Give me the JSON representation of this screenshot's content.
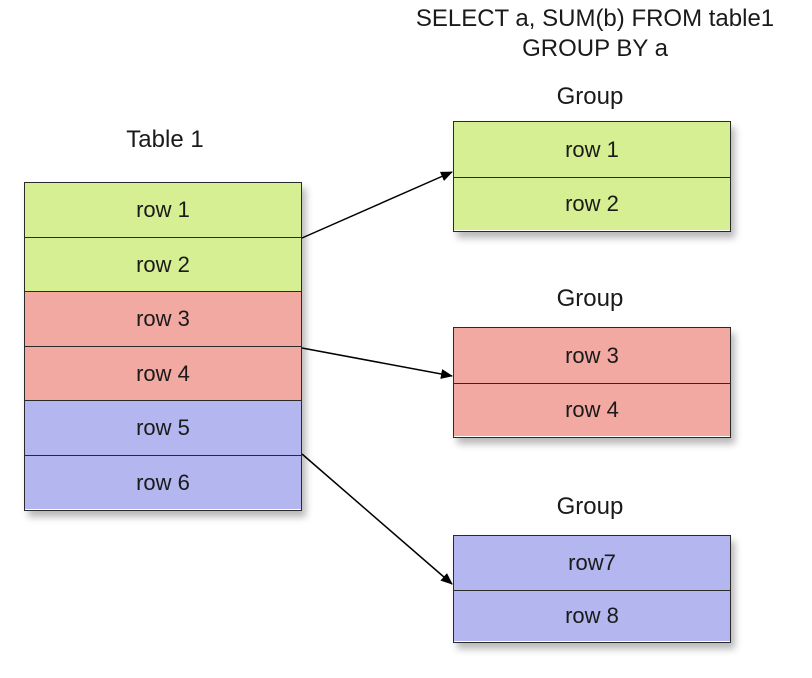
{
  "sql": {
    "line1": "SELECT a, SUM(b) FROM table1",
    "line2": "GROUP BY a"
  },
  "source_table": {
    "title": "Table 1",
    "rows": [
      {
        "label": "row 1",
        "color": "#d6ef92"
      },
      {
        "label": "row 2",
        "color": "#d6ef92"
      },
      {
        "label": "row 3",
        "color": "#f1a9a2"
      },
      {
        "label": "row 4",
        "color": "#f1a9a2"
      },
      {
        "label": "row 5",
        "color": "#b3b6ef"
      },
      {
        "label": "row 6",
        "color": "#b3b6ef"
      }
    ]
  },
  "groups": [
    {
      "title": "Group",
      "rows": [
        {
          "label": "row 1",
          "color": "#d6ef92"
        },
        {
          "label": "row 2",
          "color": "#d6ef92"
        }
      ]
    },
    {
      "title": "Group",
      "rows": [
        {
          "label": "row 3",
          "color": "#f1a9a2"
        },
        {
          "label": "row 4",
          "color": "#f1a9a2"
        }
      ]
    },
    {
      "title": "Group",
      "rows": [
        {
          "label": "row7",
          "color": "#b3b6ef"
        },
        {
          "label": "row 8",
          "color": "#b3b6ef"
        }
      ]
    }
  ]
}
